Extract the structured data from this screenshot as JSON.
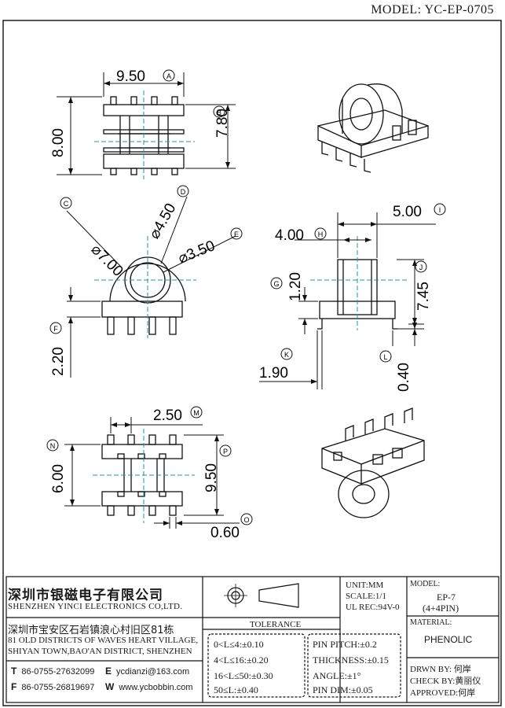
{
  "model": "MODEL: YC-EP-0705",
  "dims": {
    "A": {
      "marker": "A",
      "value": "9.50"
    },
    "B": {
      "marker": "B",
      "value": "7.80"
    },
    "h8": {
      "value": "8.00"
    },
    "C": {
      "marker": "C",
      "value": "⌀7.00"
    },
    "D": {
      "marker": "D",
      "value": "⌀4.50"
    },
    "E": {
      "marker": "E",
      "value": "⌀3.50"
    },
    "F": {
      "marker": "F",
      "value": "2.20"
    },
    "G": {
      "marker": "G",
      "value": "1.20"
    },
    "H": {
      "marker": "H",
      "value": "4.00"
    },
    "I": {
      "marker": "I",
      "value": "5.00"
    },
    "J": {
      "marker": "J",
      "value": "7.45"
    },
    "K": {
      "marker": "K",
      "value": "1.90"
    },
    "L": {
      "marker": "L",
      "value": "0.40"
    },
    "M": {
      "marker": "M",
      "value": "2.50"
    },
    "N": {
      "marker": "N",
      "value": "6.00"
    },
    "O": {
      "marker": "O",
      "value": "0.60"
    },
    "P": {
      "marker": "P",
      "value": "9.50"
    }
  },
  "company": {
    "name_cn": "深圳市银磁电子有限公司",
    "name_en": "SHENZHEN YINCI ELECTRONICS CO,LTD.",
    "addr_cn": "深圳市宝安区石岩镇浪心村旧区81栋",
    "addr_en1": "81 OLD DISTRICTS OF WAVES HEART VILLAGE,",
    "addr_en2": "SHIYAN TOWN,BAO'AN DISTRICT, SHENZHEN",
    "tel_label": "T",
    "tel": "86-0755-27632099",
    "email_label": "E",
    "email": "ycdianzi@163.com",
    "fax_label": "F",
    "fax": "86-0755-26819697",
    "web_label": "W",
    "web": "www.ycbobbin.com"
  },
  "spec": {
    "unit": "UNIT:MM",
    "scale": "SCALE:1/1",
    "ul": "UL REC:94V-0",
    "tolerance_title": "TOLERANCE",
    "tol_rows": [
      "0<L≤4:±0.10",
      "4<L≤16:±0.20",
      "16<L≤50:±0.30",
      "50≤L:±0.40"
    ],
    "tol_right": [
      "PIN PITCH:±0.2",
      "THICKNESS:±0.15",
      "ANGLE:±1°",
      "PIN DIM:±0.05"
    ]
  },
  "titleblock": {
    "model_label": "MODEL:",
    "model_value": "EP-7",
    "model_sub": "(4+4PIN)",
    "material_label": "MATERIAL:",
    "material_value": "PHENOLIC",
    "drawn": "DRWN BY: 何岸",
    "check": "CHECK BY:黄丽仪",
    "approved": "APPROVED:何岸"
  }
}
